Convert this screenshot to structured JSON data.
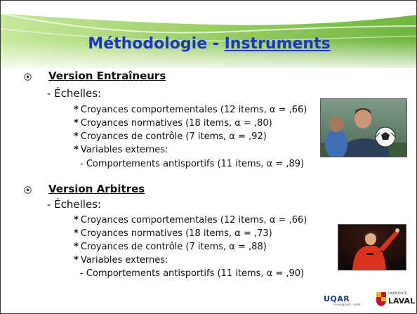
{
  "slide": {
    "title_main": "Méthodologie - ",
    "title_underlined": "Instruments"
  },
  "sections": [
    {
      "heading": "Version Entraîneurs",
      "subheading": "- Échelles:",
      "items": [
        "Croyances comportementales (12 items, α = ,66)",
        "Croyances normatives (18 items, α = ,80)",
        "Croyances de contrôle (7 items, α = ,92)",
        "Variables externes:"
      ],
      "external": "- Comportements antisportifs (11 items, α = ,89)"
    },
    {
      "heading": "Version Arbitres",
      "subheading": "- Échelles:",
      "items": [
        "Croyances comportementales (12 items, α = ,66)",
        "Croyances normatives (18 items, α = ,73)",
        "Croyances de contrôle (7 items, α = ,88)",
        "Variables externes:"
      ],
      "external": "- Comportements antisportifs (11 items, α = ,90)"
    }
  ],
  "item_marker": "*",
  "icons": {
    "section_bullet": "soccer-ball-icon"
  },
  "logos": {
    "uqar_name": "UQAR",
    "uqar_tagline": "l'enseignant · mêlé",
    "laval_small": "UNIVERSITÉ",
    "laval_big": "LAVAL"
  },
  "colors": {
    "title": "#1d35c9",
    "banner_light": "#d8efb2",
    "banner_mid": "#9fd16a",
    "banner_dark": "#6fb53f",
    "laval_red": "#c8102e",
    "laval_gold": "#e8b21c"
  }
}
